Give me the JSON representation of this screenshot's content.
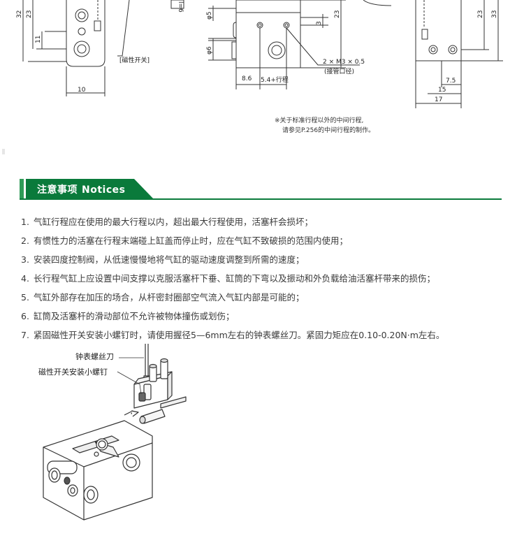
{
  "drawing": {
    "left_dims": [
      "32",
      "23",
      "11",
      "10"
    ],
    "switch_label": "[磁性开关]",
    "stroke_tick": "l=6",
    "center_dims": [
      "φ5",
      "φ6",
      "3",
      "23",
      "8.6",
      "5.4+行程"
    ],
    "port_label": "2 × M3 × 0.5",
    "port_sub": "(接管口径)",
    "right_dims": [
      "23",
      "33",
      "7.5",
      "15",
      "17"
    ],
    "note_line1": "※关于标准行程以外的中间行程,",
    "note_line2": "请参见P.256的中间行程的制作。"
  },
  "section": {
    "title_cn": "注意事项",
    "title_en": "Notices",
    "accent_color": "#0a7a3b",
    "accent_light": "#2f9b57"
  },
  "notices": [
    {
      "num": "1.",
      "text": "气缸行程应在使用的最大行程以内，超出最大行程使用，活塞杆会损坏；"
    },
    {
      "num": "2.",
      "text": "有惯性力的活塞在行程末端碰上缸盖而停止时，应在气缸不致破损的范围内使用；"
    },
    {
      "num": "3.",
      "text": "安装四度控制阀，从低速慢慢地将气缸的驱动速度调整到所需的速度；"
    },
    {
      "num": "4.",
      "text": "长行程气缸上应设置中间支撑以克服活塞杆下垂、缸筒的下弯以及振动和外负载给油活塞杆带来的损伤；"
    },
    {
      "num": "5.",
      "text": "气缸外部存在加压的场合，从杆密封圈部空气流入气缸内部是可能的；"
    },
    {
      "num": "6.",
      "text": "缸筒及活塞杆的滑动部位不允许被物体撞伤或划伤；"
    },
    {
      "num": "7.",
      "text": "紧固磁性开关安装小螺钉时，请使用握径5—6mm左右的钟表螺丝刀。紧固力矩应在0.10-0.20N·m左右。"
    }
  ],
  "illustration": {
    "screwdriver_label": "钟表螺丝刀",
    "screw_label": "磁性开关安装小螺钉"
  }
}
